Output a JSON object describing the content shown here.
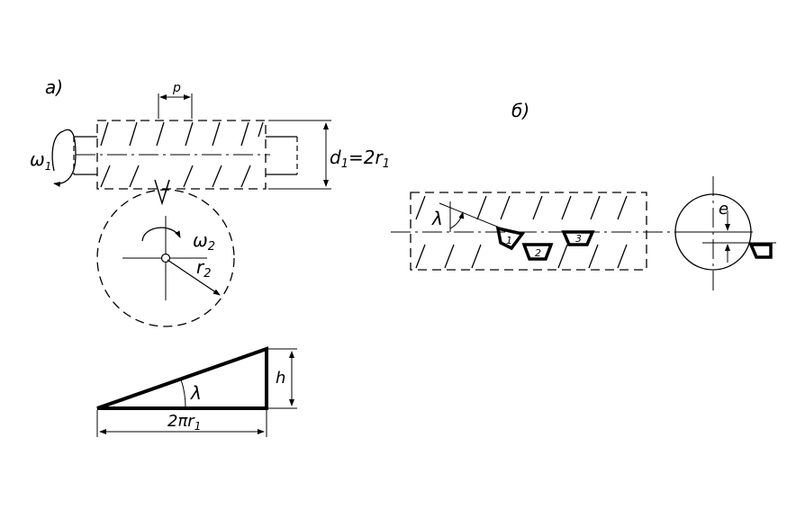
{
  "panel_a": {
    "label": "а)",
    "pitch_label": "p",
    "omega1_label": "ω",
    "omega1_sub": "1",
    "diameter_label_main": "d",
    "diameter_label_sub": "1",
    "diameter_label_eq": "=2r",
    "diameter_label_sub2": "1",
    "omega2_label": "ω",
    "omega2_sub": "2",
    "r2_label": "r",
    "r2_sub": "2"
  },
  "triangle": {
    "height_label": "h",
    "angle_label": "λ",
    "base_label_main": "2πr",
    "base_label_sub": "1"
  },
  "panel_b": {
    "label": "б)",
    "angle_label": "λ",
    "offset_label": "e",
    "tooth_1": "1",
    "tooth_2": "2",
    "tooth_3": "3"
  },
  "colors": {
    "line": "#000000",
    "background": "#ffffff"
  }
}
